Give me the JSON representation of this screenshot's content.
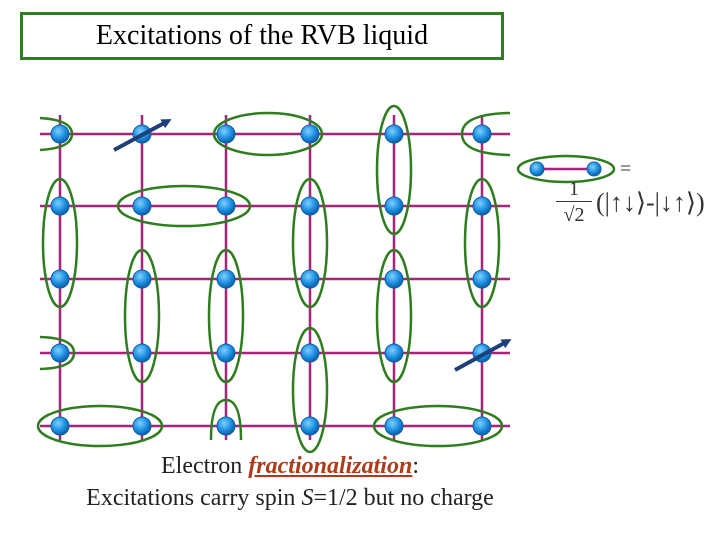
{
  "title": "Excitations of the RVB liquid",
  "caption": {
    "line1_prefix": "Electron ",
    "line1_highlight": "fractionalization",
    "line1_suffix": ":",
    "line2_prefix": "Excitations carry spin ",
    "line2_symbol": "S",
    "line2_suffix": "=1/2 but no charge"
  },
  "singlet_legend": {
    "equals": "=",
    "fraction_numerator": "1",
    "fraction_denominator": "√2",
    "ket_expression": "(|↑↓⟩-|↓↑⟩)"
  },
  "colors": {
    "bond_line": "#a8237a",
    "singlet_ellipse": "#2e7d1e",
    "site_fill": "#1e90e0",
    "spinon_arrow": "#1f3f7a",
    "highlight_text": "#b03a1a"
  }
}
